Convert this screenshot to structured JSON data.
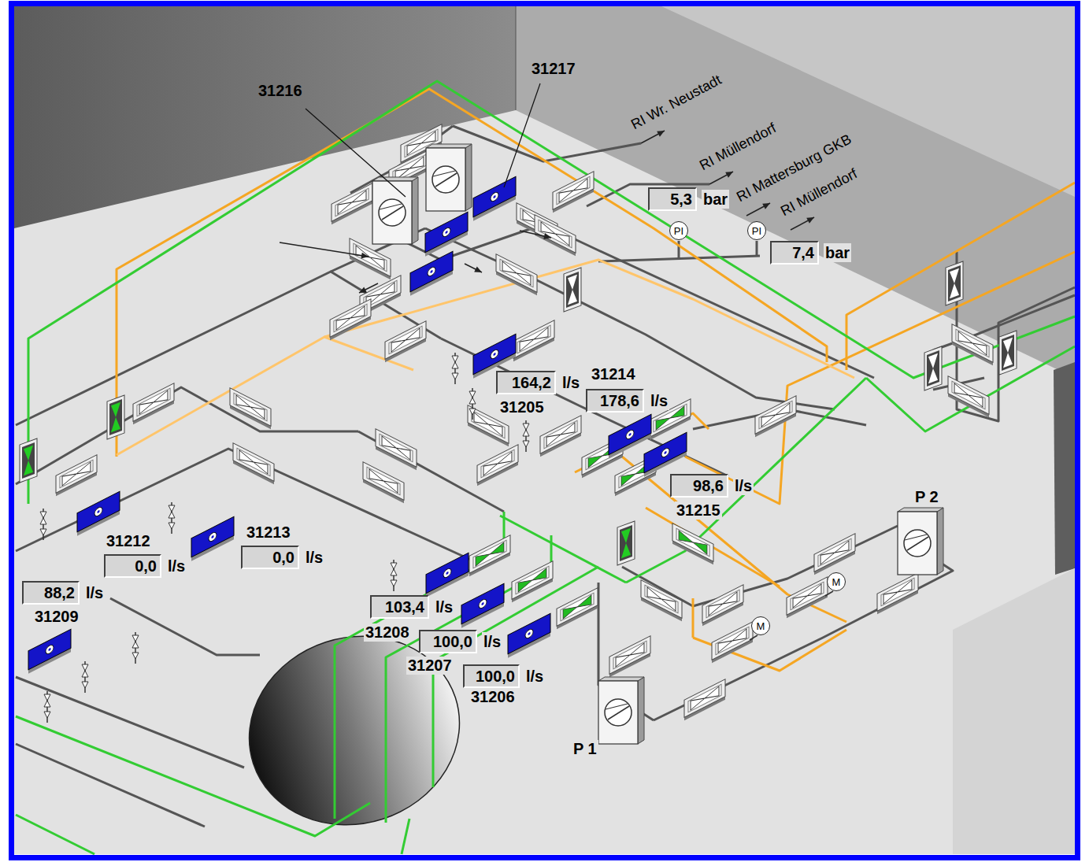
{
  "diagram": {
    "nodes": [
      {
        "text": [
          "5,3",
          "bar"
        ]
      },
      {
        "text": [
          "PI"
        ]
      },
      {
        "text": [
          "PI"
        ]
      },
      {
        "text": [
          "7,4",
          "bar"
        ]
      },
      {
        "text": [
          "164,2",
          "l/s"
        ]
      },
      {
        "text": [
          "178,6",
          "l/s"
        ]
      },
      {
        "text": [
          "98,6",
          "l/s"
        ]
      },
      {
        "text": [
          "0,0",
          "l/s"
        ]
      },
      {
        "text": [
          "0,0",
          "l/s"
        ]
      },
      {
        "text": [
          "88,2",
          "l/s"
        ]
      },
      {
        "text": [
          "103,4",
          "l/s"
        ]
      },
      {
        "text": [
          "100,0",
          "l/s"
        ]
      },
      {
        "text": [
          "100,0",
          "l/s"
        ]
      },
      {
        "text": [
          "M"
        ]
      },
      {
        "text": [
          "M"
        ]
      }
    ],
    "labels": [
      "31216",
      "31217",
      "RI Wr. Neustadt",
      "RI Müllendorf",
      "RI Mattersburg GKB",
      "RI Müllendorf",
      "31214",
      "31205",
      "31215",
      "31212",
      "31213",
      "31209",
      "31208",
      "31207",
      "31206",
      "P 2",
      "P 1"
    ]
  }
}
